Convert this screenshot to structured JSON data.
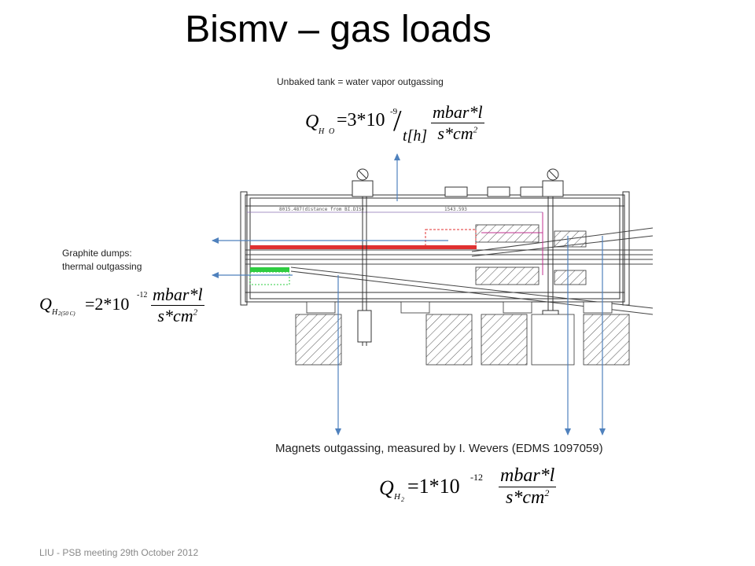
{
  "slide": {
    "title": "Bismv – gas loads",
    "footer": "LIU - PSB meeting 29th October 2012"
  },
  "annotations": {
    "unbaked_caption": "Unbaked tank = water vapor outgassing",
    "graphite_caption_line1": "Graphite dumps:",
    "graphite_caption_line2": "thermal outgassing",
    "magnets_caption": "Magnets outgassing, measured by I. Wevers (EDMS 1097059)"
  },
  "formulas": {
    "water": {
      "lhs": "Q",
      "lhs_sub": "H",
      "lhs_sub2": "O",
      "coef": "=3*10",
      "exp": "-9",
      "slash_den": "t[h]",
      "unit_num": "mbar*l",
      "unit_den": "s*cm",
      "unit_den_exp": "2"
    },
    "graphite": {
      "lhs": "Q",
      "lhs_sub": "H",
      "lhs_sub_idx": "2(50 C)",
      "coef": "=2*10",
      "exp": "-12",
      "unit_num": "mbar*l",
      "unit_den": "s*cm",
      "unit_den_exp": "2"
    },
    "magnets": {
      "lhs": "Q",
      "lhs_sub": "H",
      "lhs_sub_idx": "2",
      "coef": "=1*10",
      "exp": "-12",
      "unit_num": "mbar*l",
      "unit_den": "s*cm",
      "unit_den_exp": "2"
    }
  },
  "drawing": {
    "dim_label_1": "8015.487(distance from BI.DIS)",
    "dim_label_2": "1543.593"
  },
  "colors": {
    "arrow": "#4f81bd",
    "graphite_dump": "#e03030",
    "magnet_green": "#2ecc40",
    "dim_magenta": "#c0308f",
    "drawing": "#333333"
  }
}
